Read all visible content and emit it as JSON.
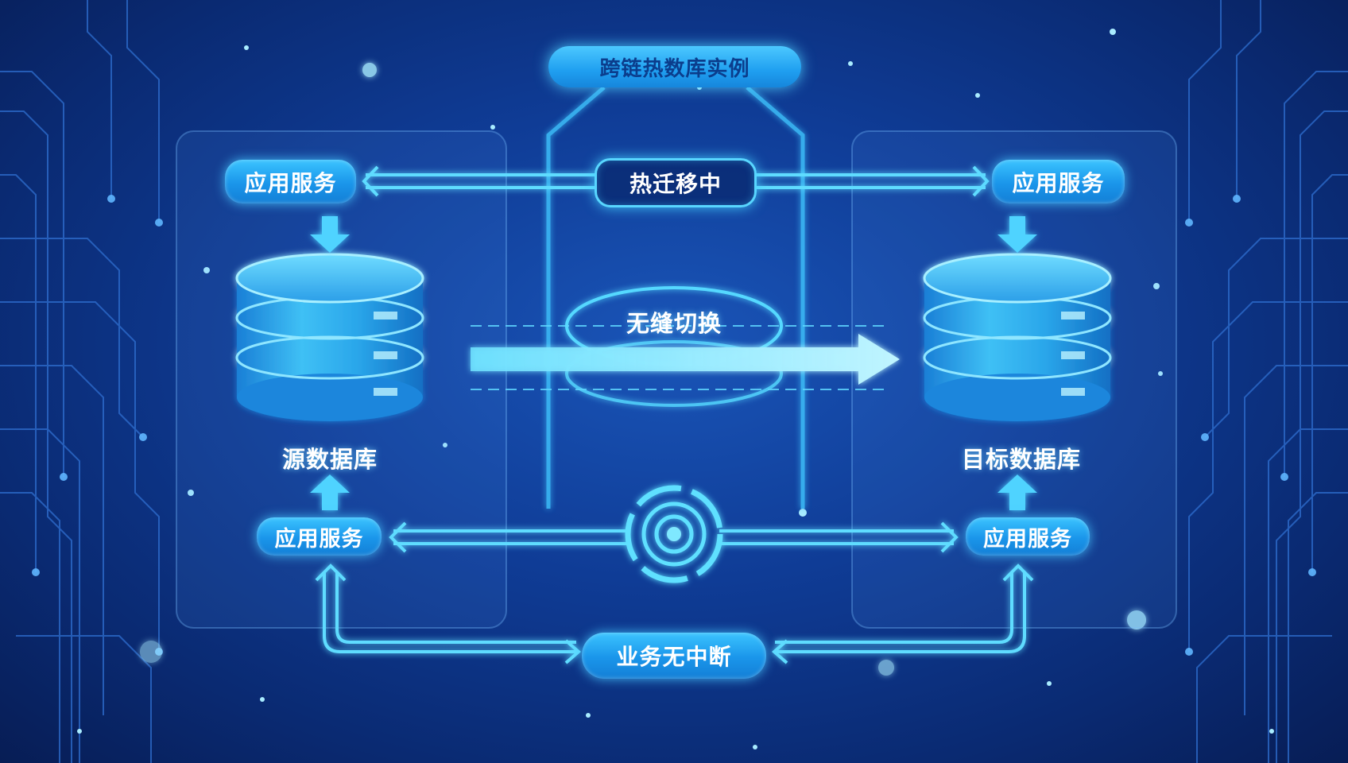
{
  "title": "跨链热数库实例",
  "center_top_label": "热迁移中",
  "center_mid_label": "无缝切换",
  "bottom_label": "业务无中断",
  "source": {
    "db_label": "源数据库",
    "service_top": "应用服务",
    "service_bottom": "应用服务"
  },
  "target": {
    "db_label": "目标数据库",
    "service_top": "应用服务",
    "service_bottom": "应用服务"
  },
  "colors": {
    "accent": "#3bc4ff",
    "glow": "#58d6ff",
    "background": "#0f3c96"
  }
}
